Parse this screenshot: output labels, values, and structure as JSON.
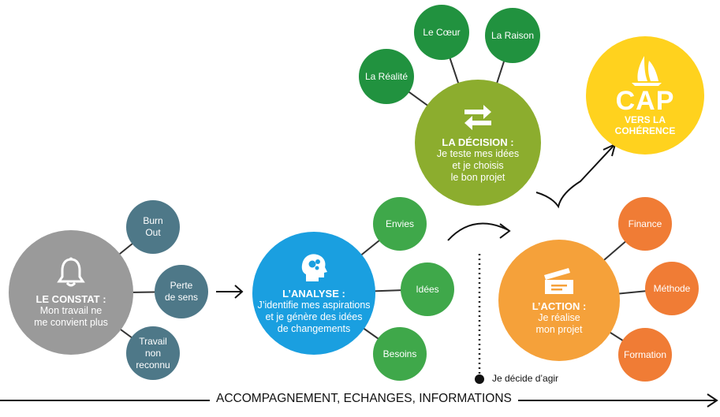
{
  "constat": {
    "title": "LE CONSTAT :",
    "lines": [
      "Mon travail ne",
      "me convient plus"
    ],
    "icon": "bell-icon",
    "color": "#9a9a9a"
  },
  "constat_items": [
    {
      "lines": [
        "Burn",
        "Out"
      ]
    },
    {
      "lines": [
        "Perte",
        "de sens"
      ]
    },
    {
      "lines": [
        "Travail",
        "non",
        "reconnu"
      ]
    }
  ],
  "analyse": {
    "title": "L’ANALYSE :",
    "lines": [
      "J’identifie mes aspirations",
      "et je génère des idées",
      "de changements"
    ],
    "icon": "head-gears-icon",
    "color": "#1a9fe0"
  },
  "analyse_items": [
    {
      "lines": [
        "Envies"
      ]
    },
    {
      "lines": [
        "Idées"
      ]
    },
    {
      "lines": [
        "Besoins"
      ]
    }
  ],
  "decision": {
    "title": "LA DÉCISION :",
    "lines": [
      "Je teste mes idées",
      "et je choisis",
      "le bon projet"
    ],
    "icon": "swap-arrows-icon",
    "color": "#8cad2e"
  },
  "decision_items": [
    {
      "lines": [
        "La Réalité"
      ]
    },
    {
      "lines": [
        "Le Cœur"
      ]
    },
    {
      "lines": [
        "La Raison"
      ]
    }
  ],
  "action": {
    "title": "L’ACTION :",
    "lines": [
      "Je réalise",
      "mon projet"
    ],
    "icon": "clapperboard-icon",
    "color": "#f5a13a"
  },
  "action_items": [
    {
      "lines": [
        "Finance"
      ]
    },
    {
      "lines": [
        "Méthode"
      ]
    },
    {
      "lines": [
        "Formation"
      ]
    }
  ],
  "cap": {
    "title": "CAP",
    "lines": [
      "VERS LA",
      "COHÉRENCE"
    ],
    "icon": "sailboat-icon",
    "color": "#ffd21e"
  },
  "colors": {
    "constat_small": "#4e7888",
    "analyse_small": "#3fa84a",
    "decision_small": "#21923f",
    "action_small": "#f07c35"
  },
  "decide_label": "Je décide d’agir",
  "bottom_label": "ACCOMPAGNEMENT, ECHANGES, INFORMATIONS"
}
